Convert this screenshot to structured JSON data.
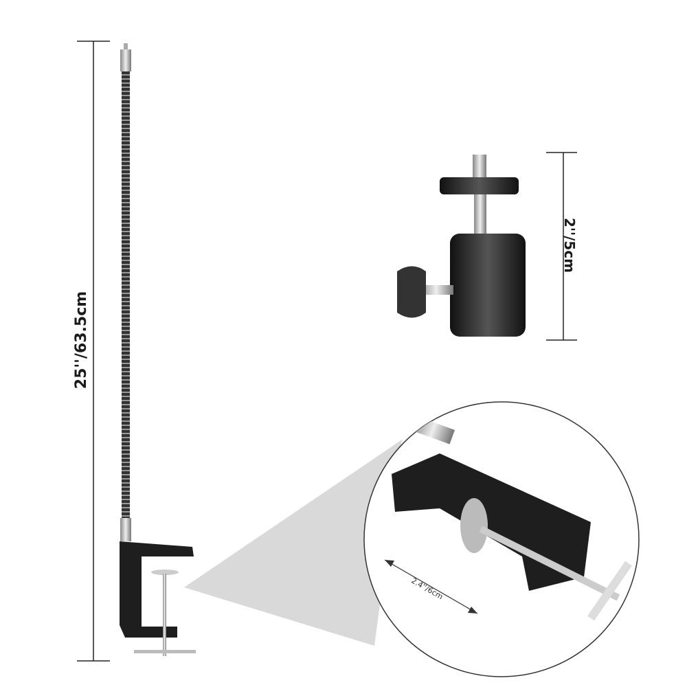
{
  "dimensions": {
    "arm_length": "25''/63.5cm",
    "ball_head_height": "2''/5cm",
    "clamp_opening": "2.4''/6cm"
  },
  "colors": {
    "metal_dark": "#2a2a2a",
    "chrome": "#c8c8c8",
    "zoom_shadow": "#d9d9d9"
  }
}
